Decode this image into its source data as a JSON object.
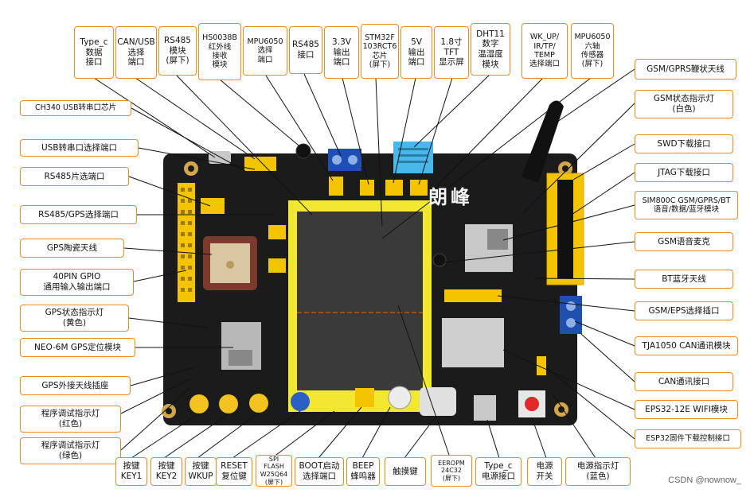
{
  "labels": {
    "type_c_data": "Type_c\n数据\n接口",
    "can_usb_select": "CAN/USB\n选择\n端口",
    "rs485_module": "RS485\n模块\n(屏下)",
    "hs0038b": "HS0038B\n红外线\n接收\n模块",
    "mpu6050_select": "MPU6050\n选择\n端口",
    "rs485_port": "RS485\n接口",
    "out_3v3": "3.3V\n输出\n端口",
    "stm32_chip": "STM32F\n103RCT6\n芯片\n(屏下)",
    "out_5v": "5V\n输出\n端口",
    "tft_18": "1.8寸\nTFT\n显示屏",
    "dht11": "DHT11\n数字\n温湿度\n模块",
    "wkup_select": "WK_UP/\nIR/TP/\nTEMP\n选择端口",
    "mpu6050_sensor": "MPU6050\n六轴\n传感器\n(屏下)",
    "ch340": "CH340 USB转串口芯片",
    "usb_serial_select": "USB转串口选择端口",
    "rs485_cs": "RS485片选端口",
    "rs485_gps": "RS485/GPS选择端口",
    "gps_ceramic": "GPS陶瓷天线",
    "gpio40": "40PIN GPIO\n通用输入输出端口",
    "gps_led": "GPS状态指示灯\n(黄色)",
    "neo6m": "NEO-6M GPS定位模块",
    "gps_ext_ant": "GPS外接天线插座",
    "prog_led_red": "程序调试指示灯\n(红色)",
    "prog_led_green": "程序调试指示灯\n(绿色)",
    "key1": "按键\nKEY1",
    "key2": "按键\nKEY2",
    "wkup": "按键\nWKUP",
    "reset": "RESET\n复位键",
    "spi_flash": "SPI FLASH\nW25Q64\n(屏下)",
    "boot": "BOOT启动\n选择端口",
    "beep": "BEEP\n蜂鸣器",
    "touch_key": "触摸键",
    "eeprom": "EEROPM\n24C32\n(屏下)",
    "type_c_power": "Type_c\n电源接口",
    "power_switch": "电源\n开关",
    "power_led": "电源指示灯\n(蓝色)",
    "gsm_antenna": "GSM/GPRS鞭状天线",
    "gsm_led": "GSM状态指示灯\n(白色)",
    "swd": "SWD下载接口",
    "jtag": "JTAG下载接口",
    "sim800c": "SIM800C GSM/GPRS/BT\n语音/数据/蓝牙模块",
    "gsm_mic": "GSM语音麦克",
    "bt_antenna": "BT蓝牙天线",
    "gsm_eps_select": "GSM/EPS选择插口",
    "tja1050": "TJA1050 CAN通讯模块",
    "can_port": "CAN通讯接口",
    "esp32_wifi": "EPS32-12E WIFI模块",
    "esp32_fw": "ESP32固件下载控制接口"
  },
  "board": {
    "logo": "朗峰",
    "pcb_color": "#1b1b1b",
    "lcd_frame_color": "#f2e832",
    "header_color": "#f5c400",
    "accent_color": "#f08a1e"
  },
  "watermark": "CSDN @nownow_"
}
